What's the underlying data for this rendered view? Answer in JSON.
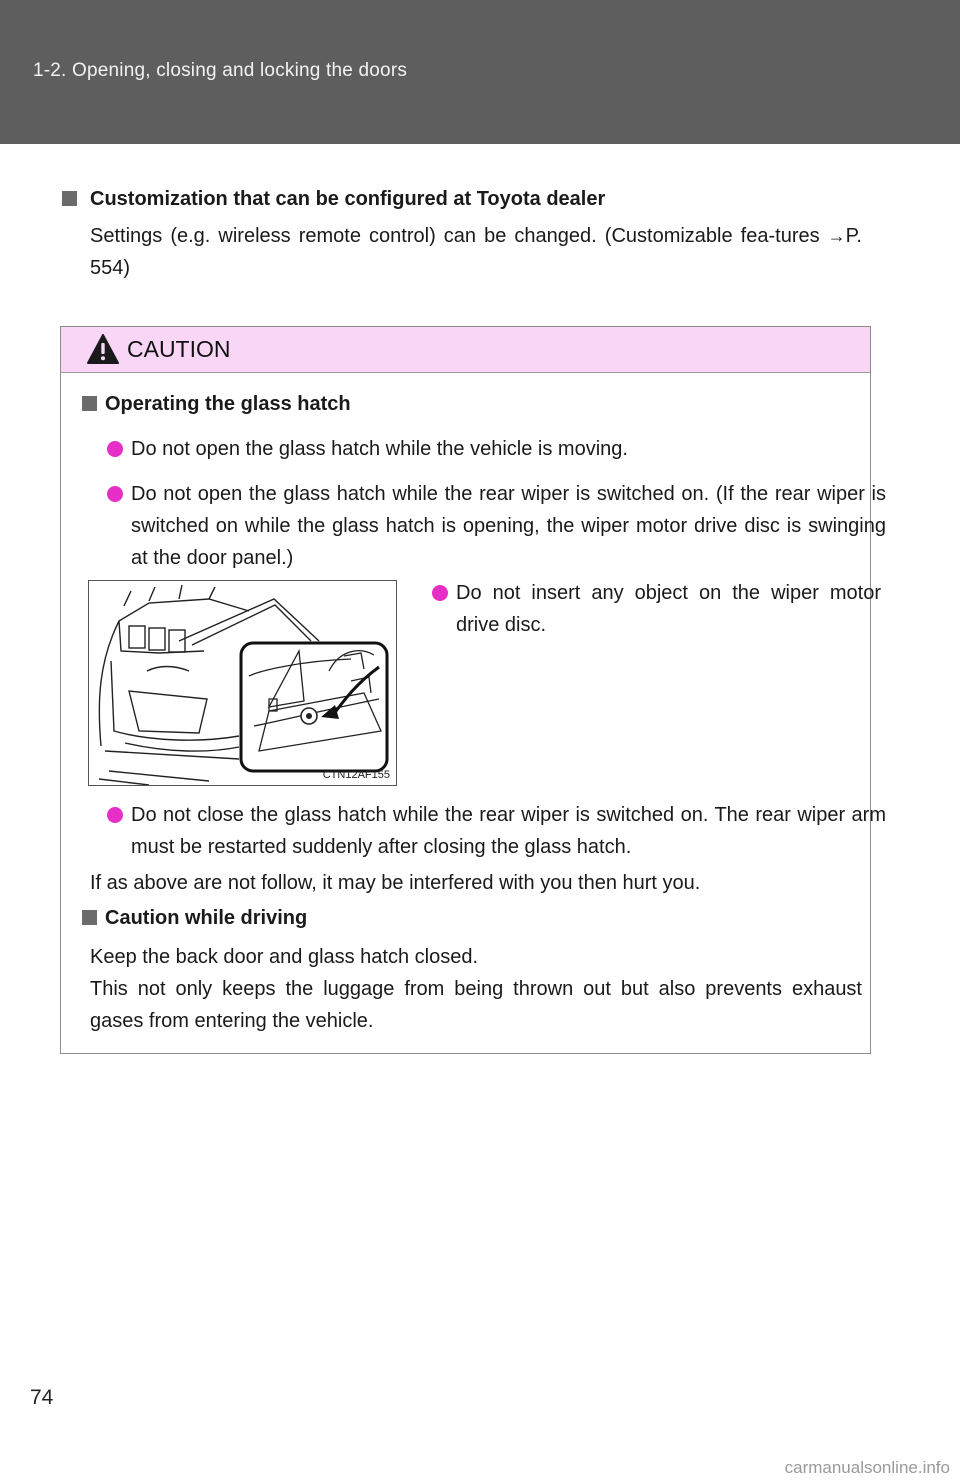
{
  "header": {
    "breadcrumb": "1-2. Opening, closing and locking the doors"
  },
  "section": {
    "heading": "Customization that can be configured at Toyota dealer",
    "body_prefix": "Settings (e.g. wireless remote control) can be changed. (Customizable fea-tures ",
    "arrow": "→",
    "page_ref": "P. 554)"
  },
  "caution": {
    "label": "CAUTION",
    "sub1": {
      "heading": "Operating the glass hatch",
      "bullets": [
        "Do not open the glass hatch while the vehicle is moving.",
        "Do not open the glass hatch while the rear wiper is switched on. (If the rear wiper is switched on while the glass hatch is opening, the wiper motor drive disc is swinging at the door panel.)",
        "Do not insert any object on the wiper motor drive disc.",
        "Do not close the glass hatch while the rear wiper is switched on. The rear wiper arm must be restarted suddenly after closing the glass hatch."
      ],
      "figure_code": "CTN12AF155",
      "note": "If as above are not follow, it may be interfered with you then hurt you."
    },
    "sub2": {
      "heading": "Caution while driving",
      "line1": "Keep the back door and glass hatch closed.",
      "line2": "This not only keeps the luggage from being thrown out but also prevents exhaust gases from entering the vehicle."
    }
  },
  "footer": {
    "page_number": "74",
    "watermark": "carmanualsonline.info"
  }
}
